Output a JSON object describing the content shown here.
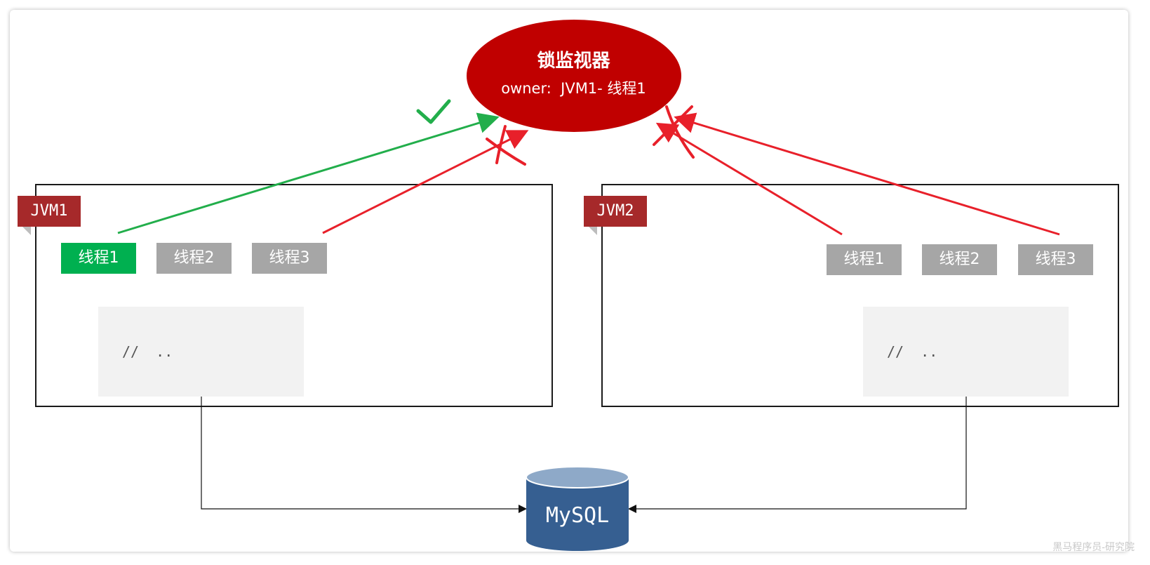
{
  "monitor": {
    "title": "锁监视器",
    "owner_text": "owner:  JVM1- 线程1",
    "color": "#c00000"
  },
  "jvms": [
    {
      "label": "JVM1",
      "threads": [
        {
          "label": "线程1",
          "state": "acquired"
        },
        {
          "label": "线程2",
          "state": "idle"
        },
        {
          "label": "线程3",
          "state": "rejected"
        }
      ],
      "code": "//  .."
    },
    {
      "label": "JVM2",
      "threads": [
        {
          "label": "线程1",
          "state": "rejected"
        },
        {
          "label": "线程2",
          "state": "idle"
        },
        {
          "label": "线程3",
          "state": "rejected"
        }
      ],
      "code": "//  .."
    }
  ],
  "database": {
    "label": "MySQL",
    "color": "#365f91"
  },
  "colors": {
    "success": "#22ae4b",
    "fail": "#e8202a",
    "jvm_tag": "#a6292a",
    "thread_idle": "#a6a6a6",
    "thread_active": "#00b050"
  },
  "watermark": "黑马程序员-研究院"
}
